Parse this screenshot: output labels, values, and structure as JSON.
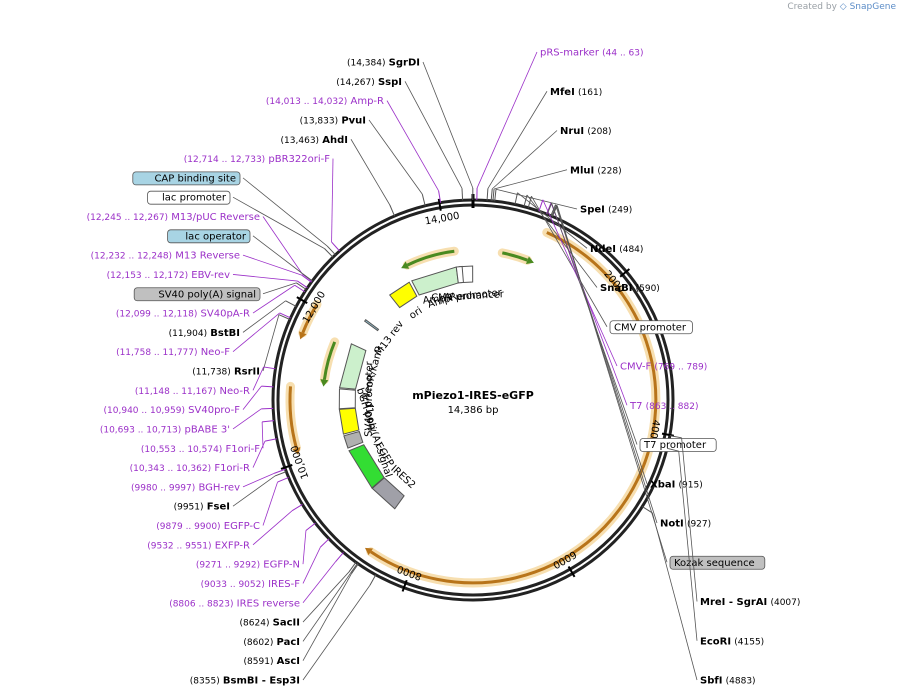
{
  "credit": {
    "prefix": "Created by",
    "brand": "SnapGene"
  },
  "plasmid": {
    "name": "mPiezo1-IRES-eGFP",
    "length": "14,386 bp",
    "total_bp": 14386
  },
  "ticks": [
    {
      "bp": 2000,
      "label": "2000"
    },
    {
      "bp": 4000,
      "label": "4000"
    },
    {
      "bp": 6000,
      "label": "6000"
    },
    {
      "bp": 8000,
      "label": "8000"
    },
    {
      "bp": 10000,
      "label": "10,000"
    },
    {
      "bp": 12000,
      "label": "12,000"
    },
    {
      "bp": 14000,
      "label": "14,000"
    }
  ],
  "sites": [
    {
      "side": "r",
      "bp": 44,
      "pos": "(44 .. 63)",
      "name": "pRS-marker",
      "kind": "primer"
    },
    {
      "side": "r",
      "bp": 161,
      "pos": "(161)",
      "name": "MfeI",
      "kind": "enzyme"
    },
    {
      "side": "r",
      "bp": 208,
      "pos": "(208)",
      "name": "NruI",
      "kind": "enzyme"
    },
    {
      "side": "r",
      "bp": 228,
      "pos": "(228)",
      "name": "MluI",
      "kind": "enzyme"
    },
    {
      "side": "r",
      "bp": 249,
      "pos": "(249)",
      "name": "SpeI",
      "kind": "enzyme"
    },
    {
      "side": "r",
      "bp": 484,
      "pos": "(484)",
      "name": "NdeI",
      "kind": "enzyme"
    },
    {
      "side": "r",
      "bp": 590,
      "pos": "(590)",
      "name": "SnaBI",
      "kind": "enzyme"
    },
    {
      "side": "r",
      "bp": 640,
      "pos": "",
      "name": "CMV promoter",
      "kind": "boxed"
    },
    {
      "side": "r",
      "bp": 769,
      "pos": "(769 .. 789)",
      "name": "CMV-F",
      "kind": "primer"
    },
    {
      "side": "r",
      "bp": 863,
      "pos": "(863 .. 882)",
      "name": "T7",
      "kind": "primer"
    },
    {
      "side": "r",
      "bp": 870,
      "pos": "",
      "name": "T7 promoter",
      "kind": "boxed"
    },
    {
      "side": "r",
      "bp": 915,
      "pos": "(915)",
      "name": "XbaI",
      "kind": "enzyme"
    },
    {
      "side": "r",
      "bp": 927,
      "pos": "(927)",
      "name": "NotI",
      "kind": "enzyme"
    },
    {
      "side": "r",
      "bp": 935,
      "pos": "",
      "name": "Kozak sequence",
      "kind": "grey"
    },
    {
      "side": "r",
      "bp": 4007,
      "pos": "(4007)",
      "name": "MreI  - SgrAI",
      "kind": "enzyme"
    },
    {
      "side": "r",
      "bp": 4155,
      "pos": "(4155)",
      "name": "EcoRI",
      "kind": "enzyme"
    },
    {
      "side": "r",
      "bp": 4883,
      "pos": "(4883)",
      "name": "SbfI",
      "kind": "enzyme"
    },
    {
      "side": "l",
      "bp": 14384,
      "pos": "(14,384)",
      "name": "SgrDI",
      "kind": "enzyme"
    },
    {
      "side": "l",
      "bp": 14267,
      "pos": "(14,267)",
      "name": "SspI",
      "kind": "enzyme"
    },
    {
      "side": "l",
      "bp": 14013,
      "pos": "(14,013 .. 14,032)",
      "name": "Amp-R",
      "kind": "primer"
    },
    {
      "side": "l",
      "bp": 13833,
      "pos": "(13,833)",
      "name": "PvuI",
      "kind": "enzyme"
    },
    {
      "side": "l",
      "bp": 13463,
      "pos": "(13,463)",
      "name": "AhdI",
      "kind": "enzyme"
    },
    {
      "side": "l",
      "bp": 12714,
      "pos": "(12,714 .. 12,733)",
      "name": "pBR322ori-F",
      "kind": "primer"
    },
    {
      "side": "l",
      "bp": 12650,
      "pos": "",
      "name": "CAP binding site",
      "kind": "blue"
    },
    {
      "side": "l",
      "bp": 12610,
      "pos": "",
      "name": "lac promoter",
      "kind": "boxed"
    },
    {
      "side": "l",
      "bp": 12245,
      "pos": "(12,245 .. 12,267)",
      "name": "M13/pUC Reverse",
      "kind": "primer"
    },
    {
      "side": "l",
      "bp": 12250,
      "pos": "",
      "name": "lac operator",
      "kind": "blue"
    },
    {
      "side": "l",
      "bp": 12232,
      "pos": "(12,232 .. 12,248)",
      "name": "M13 Reverse",
      "kind": "primer"
    },
    {
      "side": "l",
      "bp": 12153,
      "pos": "(12,153 .. 12,172)",
      "name": "EBV-rev",
      "kind": "primer"
    },
    {
      "side": "l",
      "bp": 12130,
      "pos": "",
      "name": "SV40 poly(A) signal",
      "kind": "grey"
    },
    {
      "side": "l",
      "bp": 12099,
      "pos": "(12,099 .. 12,118)",
      "name": "SV40pA-R",
      "kind": "primer"
    },
    {
      "side": "l",
      "bp": 11904,
      "pos": "(11,904)",
      "name": "BstBI",
      "kind": "enzyme"
    },
    {
      "side": "l",
      "bp": 11758,
      "pos": "(11,758 .. 11,777)",
      "name": "Neo-F",
      "kind": "primer"
    },
    {
      "side": "l",
      "bp": 11738,
      "pos": "(11,738)",
      "name": "RsrII",
      "kind": "enzyme"
    },
    {
      "side": "l",
      "bp": 11148,
      "pos": "(11,148 .. 11,167)",
      "name": "Neo-R",
      "kind": "primer"
    },
    {
      "side": "l",
      "bp": 10940,
      "pos": "(10,940 .. 10,959)",
      "name": "SV40pro-F",
      "kind": "primer"
    },
    {
      "side": "l",
      "bp": 10693,
      "pos": "(10,693 .. 10,713)",
      "name": "pBABE 3'",
      "kind": "primer"
    },
    {
      "side": "l",
      "bp": 10553,
      "pos": "(10,553 .. 10,574)",
      "name": "F1ori-F",
      "kind": "primer"
    },
    {
      "side": "l",
      "bp": 10343,
      "pos": "(10,343 .. 10,362)",
      "name": "F1ori-R",
      "kind": "primer"
    },
    {
      "side": "l",
      "bp": 9980,
      "pos": "(9980 .. 9997)",
      "name": "BGH-rev",
      "kind": "primer"
    },
    {
      "side": "l",
      "bp": 9951,
      "pos": "(9951)",
      "name": "FseI",
      "kind": "enzyme"
    },
    {
      "side": "l",
      "bp": 9879,
      "pos": "(9879 .. 9900)",
      "name": "EGFP-C",
      "kind": "primer"
    },
    {
      "side": "l",
      "bp": 9532,
      "pos": "(9532 .. 9551)",
      "name": "EXFP-R",
      "kind": "primer"
    },
    {
      "side": "l",
      "bp": 9271,
      "pos": "(9271 .. 9292)",
      "name": "EGFP-N",
      "kind": "primer"
    },
    {
      "side": "l",
      "bp": 9033,
      "pos": "(9033 .. 9052)",
      "name": "IRES-F",
      "kind": "primer"
    },
    {
      "side": "l",
      "bp": 8806,
      "pos": "(8806 .. 8823)",
      "name": "IRES reverse",
      "kind": "primer"
    },
    {
      "side": "l",
      "bp": 8624,
      "pos": "(8624)",
      "name": "SacII",
      "kind": "enzyme"
    },
    {
      "side": "l",
      "bp": 8602,
      "pos": "(8602)",
      "name": "PacI",
      "kind": "enzyme"
    },
    {
      "side": "l",
      "bp": 8591,
      "pos": "(8591)",
      "name": "AscI",
      "kind": "enzyme"
    },
    {
      "side": "l",
      "bp": 8355,
      "pos": "(8355)",
      "name": "BsmBI  - Esp3I",
      "kind": "enzyme"
    }
  ],
  "features": [
    {
      "name": "CMV enhancer",
      "start": 14150,
      "end": 14380,
      "color": "#ffffff",
      "dir": -1
    },
    {
      "name": "CMV promoter",
      "start": 14385,
      "end": 14386,
      "color": "#ffffff",
      "dir": -1
    },
    {
      "name": "AmpR",
      "start": 13300,
      "end": 14100,
      "color": "#ccf0cc",
      "dir": -1
    },
    {
      "name": "AmpR promoter",
      "start": 14100,
      "end": 14200,
      "color": "#ffffff",
      "dir": -1
    },
    {
      "name": "ori",
      "start": 12850,
      "end": 13250,
      "color": "#ffff00",
      "dir": -1
    },
    {
      "name": "M13 rev",
      "start": 12230,
      "end": 12260,
      "color": "#99ccdd",
      "dir": -1
    },
    {
      "name": "NeoR/KanR",
      "start": 11000,
      "end": 11780,
      "color": "#ccf0cc",
      "dir": -1
    },
    {
      "name": "SV40 promoter",
      "start": 10640,
      "end": 10980,
      "color": "#ffffff",
      "dir": -1
    },
    {
      "name": "f1 ori",
      "start": 10200,
      "end": 10630,
      "color": "#ffff00",
      "dir": -1
    },
    {
      "name": "bGH poly(A) signal",
      "start": 9950,
      "end": 10170,
      "color": "#b0b0b0",
      "dir": 0
    },
    {
      "name": "EGFP",
      "start": 9150,
      "end": 9900,
      "color": "#33dd33",
      "dir": -1
    },
    {
      "name": "IRES2",
      "start": 8620,
      "end": 9140,
      "color": "#a0a0a8",
      "dir": -1
    }
  ],
  "orfs": [
    {
      "start": 950,
      "end": 8550,
      "color": "#f0a030",
      "dir": 1
    },
    {
      "start": 10180,
      "end": 10960,
      "color": "#f0a030",
      "dir": -1
    },
    {
      "start": 11650,
      "end": 12050,
      "color": "#f0a030",
      "dir": -1
    },
    {
      "start": 450,
      "end": 850,
      "color": "#8fd060",
      "dir": 1
    },
    {
      "start": 13350,
      "end": 14100,
      "color": "#8fd060",
      "dir": -1
    },
    {
      "start": 11100,
      "end": 11700,
      "color": "#8fd060",
      "dir": -1
    }
  ],
  "colors": {
    "enzyme": "#000000",
    "primer": "#9b30c8",
    "blue": "#a8d4e4",
    "grey": "#c0c0c0"
  }
}
